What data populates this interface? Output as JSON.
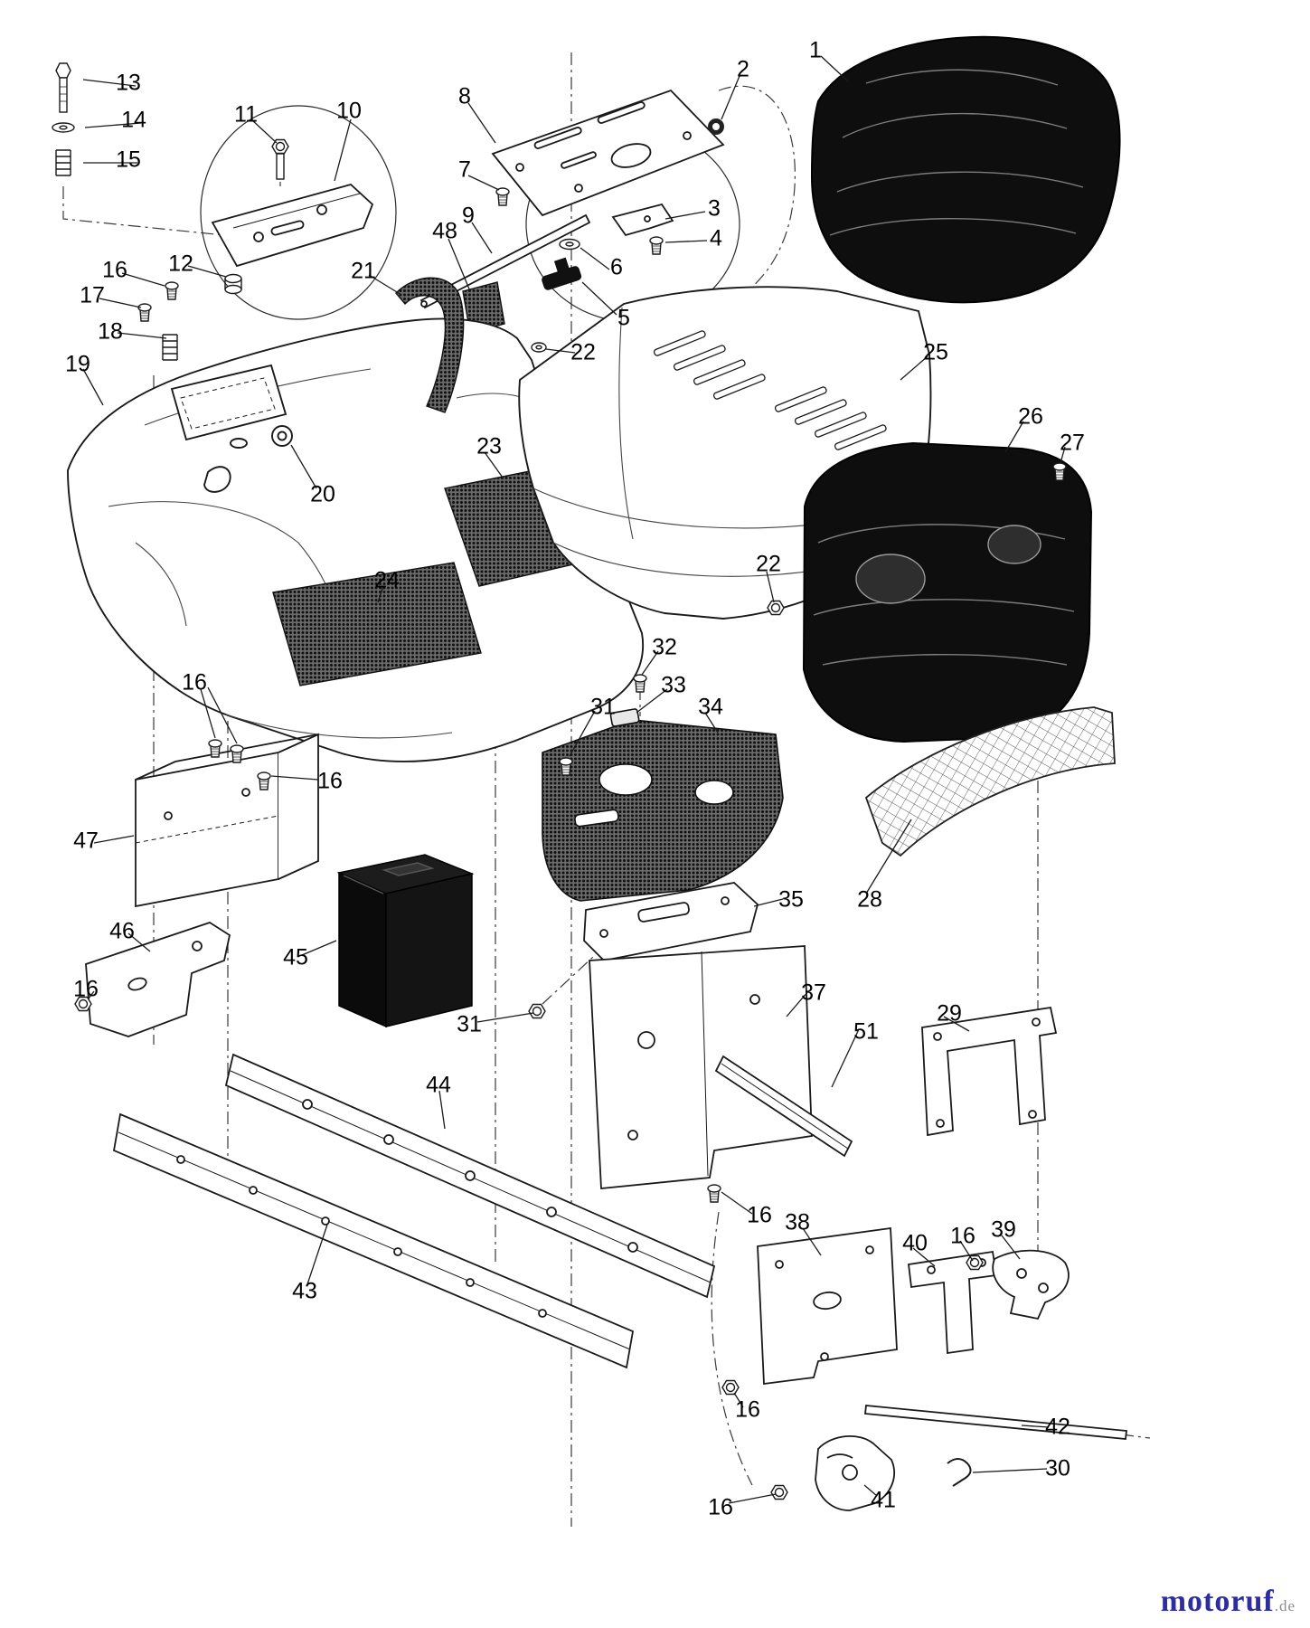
{
  "diagram": {
    "callouts": [
      {
        "label": "13"
      },
      {
        "label": "14"
      },
      {
        "label": "15"
      },
      {
        "label": "11"
      },
      {
        "label": "10"
      },
      {
        "label": "8"
      },
      {
        "label": "7"
      },
      {
        "label": "2"
      },
      {
        "label": "1"
      },
      {
        "label": "3"
      },
      {
        "label": "4"
      },
      {
        "label": "9"
      },
      {
        "label": "48"
      },
      {
        "label": "6"
      },
      {
        "label": "5"
      },
      {
        "label": "12"
      },
      {
        "label": "16"
      },
      {
        "label": "17"
      },
      {
        "label": "18"
      },
      {
        "label": "19"
      },
      {
        "label": "21"
      },
      {
        "label": "22"
      },
      {
        "label": "25"
      },
      {
        "label": "26"
      },
      {
        "label": "27"
      },
      {
        "label": "20"
      },
      {
        "label": "23"
      },
      {
        "label": "22"
      },
      {
        "label": "24"
      },
      {
        "label": "32"
      },
      {
        "label": "33"
      },
      {
        "label": "31"
      },
      {
        "label": "34"
      },
      {
        "label": "16"
      },
      {
        "label": "16"
      },
      {
        "label": "47"
      },
      {
        "label": "28"
      },
      {
        "label": "35"
      },
      {
        "label": "45"
      },
      {
        "label": "46"
      },
      {
        "label": "16"
      },
      {
        "label": "31"
      },
      {
        "label": "37"
      },
      {
        "label": "51"
      },
      {
        "label": "29"
      },
      {
        "label": "44"
      },
      {
        "label": "43"
      },
      {
        "label": "16"
      },
      {
        "label": "38"
      },
      {
        "label": "40"
      },
      {
        "label": "16"
      },
      {
        "label": "39"
      },
      {
        "label": "16"
      },
      {
        "label": "42"
      },
      {
        "label": "30"
      },
      {
        "label": "16"
      },
      {
        "label": "41"
      }
    ]
  },
  "watermark": {
    "brand": "motoruf",
    "domain": ".de"
  }
}
